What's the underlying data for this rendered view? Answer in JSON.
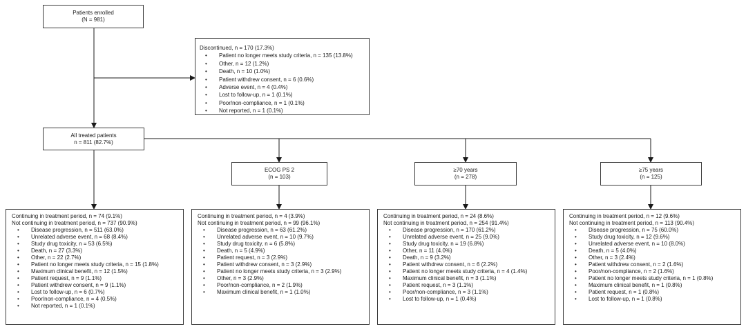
{
  "enrolled": {
    "title": "Patients enrolled",
    "count": "(N = 981)"
  },
  "discontinued": {
    "title": "Discontinued, n = 170 (17.3%)",
    "reasons": [
      "Patient no longer meets study criteria, n = 135 (13.8%)",
      "Other, n = 12 (1.2%)",
      "Death, n = 10 (1.0%)",
      "Patient withdrew consent, n = 6 (0.6%)",
      "Adverse event, n = 4 (0.4%)",
      "Lost to follow-up, n = 1 (0.1%)",
      "Poor/non-compliance, n = 1 (0.1%)",
      "Not reported, n = 1 (0.1%)"
    ]
  },
  "treated": {
    "title": "All treated patients",
    "count": "n = 811 (82.7%)"
  },
  "subgroups": [
    {
      "title": "ECOG PS 2",
      "count": "(n = 103)"
    },
    {
      "title": "≥70 years",
      "count": "(n = 278)"
    },
    {
      "title": "≥75 years",
      "count": "(n = 125)"
    }
  ],
  "outcomes": [
    {
      "continuing": "Continuing in treatment period, n = 74 (9.1%)",
      "not_continuing": "Not continuing in treatment period, n = 737 (90.9%)",
      "reasons": [
        "Disease progression, n = 511 (63.0%)",
        "Unrelated adverse event, n = 68 (8.4%)",
        "Study drug toxicity, n = 53 (6.5%)",
        "Death, n = 27 (3.3%)",
        "Other, n = 22 (2.7%)",
        "Patient no longer meets study criteria, n = 15 (1.8%)",
        "Maximum clinical benefit, n = 12 (1.5%)",
        "Patient request, n = 9 (1.1%)",
        "Patient withdrew consent, n = 9 (1.1%)",
        "Lost to follow-up, n = 6 (0.7%)",
        "Poor/non-compliance, n = 4 (0.5%)",
        "Not reported, n = 1 (0.1%)"
      ]
    },
    {
      "continuing": "Continuing in treatment period, n = 4 (3.9%)",
      "not_continuing": "Not continuing in treatment period, n = 99 (96.1%)",
      "reasons": [
        "Disease progression, n = 63 (61.2%)",
        "Unrelated adverse event, n = 10 (9.7%)",
        "Study drug toxicity, n = 6 (5.8%)",
        "Death, n = 5 (4.9%)",
        "Patient request, n = 3 (2.9%)",
        "Patient withdrew consent, n = 3 (2.9%)",
        "Patient no longer meets study criteria, n = 3 (2.9%)",
        "Other, n = 3 (2.9%)",
        "Poor/non-compliance, n = 2 (1.9%)",
        "Maximum clinical benefit, n = 1 (1.0%)"
      ]
    },
    {
      "continuing": "Continuing in treatment period, n = 24 (8.6%)",
      "not_continuing": "Not continuing in treatment period, n = 254 (91.4%)",
      "reasons": [
        "Disease progression, n = 170 (61.2%)",
        "Unrelated adverse event, n = 25 (9.0%)",
        "Study drug toxicity, n = 19 (6.8%)",
        "Other, n = 11 (4.0%)",
        "Death, n = 9 (3.2%)",
        "Patient withdrew consent, n = 6 (2.2%)",
        "Patient no longer meets study criteria, n = 4 (1.4%)",
        "Maximum clinical benefit, n = 3 (1.1%)",
        "Patient request, n = 3 (1.1%)",
        "Poor/non-compliance, n = 3 (1.1%)",
        "Lost to follow-up, n = 1 (0.4%)"
      ]
    },
    {
      "continuing": "Continuing in treatment period, n = 12 (9.6%)",
      "not_continuing": "Not continuing in treatment period, n = 113 (90.4%)",
      "reasons": [
        "Disease progression, n = 75 (60.0%)",
        "Study drug toxicity, n = 12 (9.6%)",
        "Unrelated adverse event, n = 10 (8.0%)",
        "Death, n = 5 (4.0%)",
        "Other, n = 3 (2.4%)",
        "Patient withdrew consent, n = 2 (1.6%)",
        "Poor/non-compliance, n = 2 (1.6%)",
        "Patient no longer meets study criteria, n = 1 (0.8%)",
        "Maximum clinical benefit, n = 1 (0.8%)",
        "Patient request, n = 1 (0.8%)",
        "Lost to follow-up, n = 1 (0.8%)"
      ]
    }
  ]
}
